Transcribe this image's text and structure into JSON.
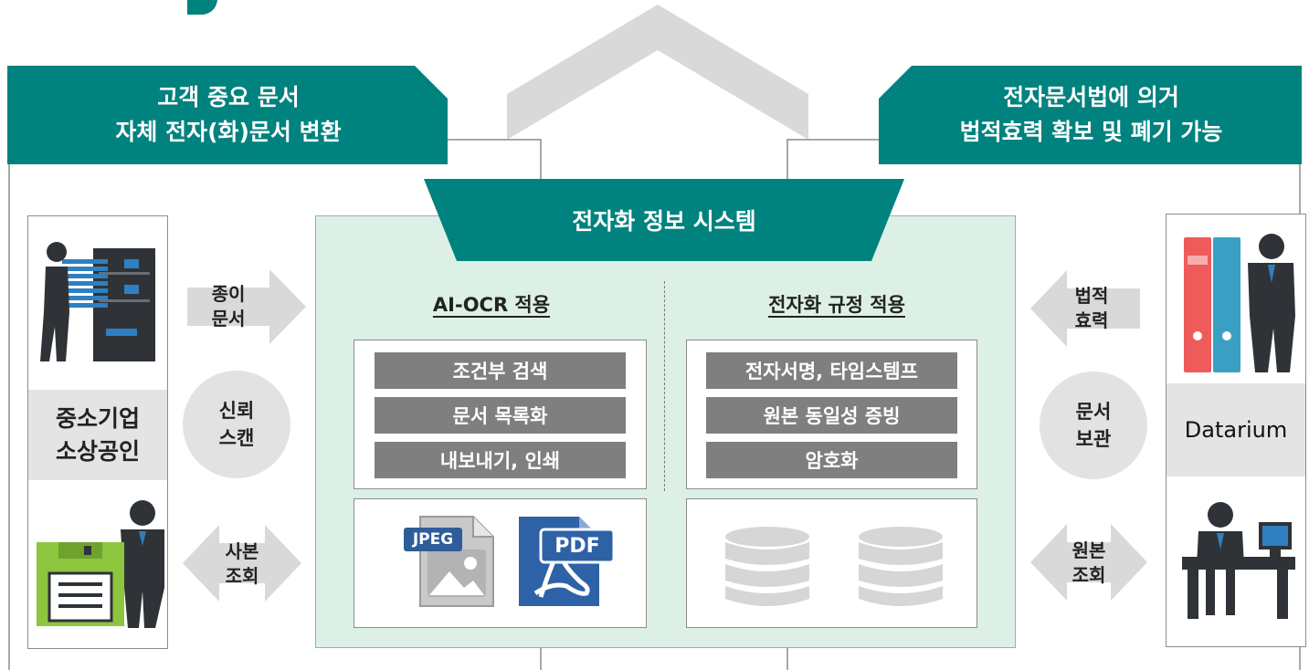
{
  "banners": {
    "left": {
      "line1": "고객 중요 문서",
      "line2": "자체 전자(화)문서 변환"
    },
    "right": {
      "line1": "전자문서법에 의거",
      "line2": "법적효력 확보 및 폐기 가능"
    },
    "center_title": "전자화 정보 시스템"
  },
  "left_party": {
    "line1": "중소기업",
    "line2": "소상공인"
  },
  "right_party": {
    "name": "Datarium"
  },
  "left_arrows": {
    "top": {
      "line1": "종이",
      "line2": "문서"
    },
    "circle": {
      "line1": "신뢰",
      "line2": "스캔"
    },
    "bottom": {
      "line1": "사본",
      "line2": "조회"
    }
  },
  "right_arrows": {
    "top": {
      "line1": "법적",
      "line2": "효력"
    },
    "circle": {
      "line1": "문서",
      "line2": "보관"
    },
    "bottom": {
      "line1": "원본",
      "line2": "조회"
    }
  },
  "ocr_column": {
    "title": "AI-OCR 적용",
    "features": [
      "조건부 검색",
      "문서 목록화",
      "내보내기, 인쇄"
    ],
    "file_icons": {
      "jpeg": "JPEG",
      "pdf": "PDF"
    }
  },
  "rule_column": {
    "title": "전자화 규정 적용",
    "features": [
      "전자서명, 타임스템프",
      "원본 동일성 증빙",
      "암호화"
    ]
  },
  "colors": {
    "teal": "#00827e",
    "mint_panel": "#ddf0e6",
    "feature_grey": "#7f7f7f",
    "band_grey": "#e4e4e4"
  }
}
